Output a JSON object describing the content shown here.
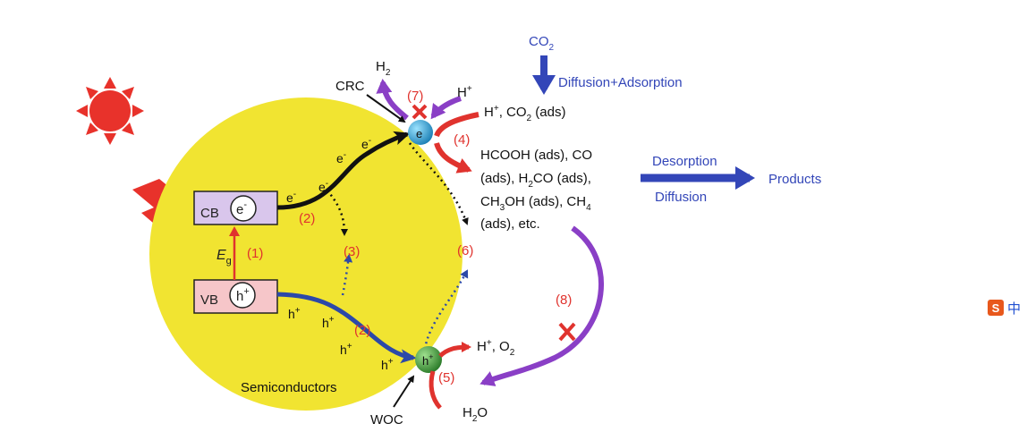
{
  "labels": {
    "cb": "CB",
    "vb": "VB",
    "e_symbol": "e",
    "minus": "-",
    "h_symbol": "h",
    "plus": "+",
    "eg_italic": "E",
    "eg_sub": "g",
    "semiconductors": "Semiconductors",
    "crc": "CRC",
    "woc": "WOC",
    "h2": "H",
    "two": "2",
    "hplus_top": "H",
    "co2_top_main": "CO",
    "co2_top_sub": "2",
    "diffusion_adsorption": "Diffusion+Adsorption",
    "hco2_part1": "H",
    "hco2_part2": ", CO",
    "hco2_part3": " (ads)",
    "products_line1": "HCOOH (ads), CO",
    "products_line2a": "(ads), H",
    "products_line2b": "CO (ads),",
    "products_line3a": "CH",
    "products_line3b": "OH (ads), CH",
    "products_line3c": "4",
    "products_line3d": "3",
    "products_line4": "(ads), etc.",
    "desorption": "Desorption",
    "diffusion": "Diffusion",
    "products": "Products",
    "hplus_o2_a": "H",
    "hplus_o2_b": ", O",
    "h2o_a": "H",
    "h2o_b": "O",
    "steps": {
      "s1": "(1)",
      "s2_top": "(2)",
      "s2_bottom": "(2)",
      "s3": "(3)",
      "s4": "(4)",
      "s5": "(5)",
      "s6": "(6)",
      "s7": "(7)",
      "s8": "(8)"
    },
    "ime_logo": "S",
    "ime_lang": "中"
  },
  "colors": {
    "sun": "#e8322b",
    "particle": "#f1e431",
    "cb_fill": "#d9c6ec",
    "vb_fill": "#f6c6c9",
    "electron_path": "#111111",
    "hole_path": "#2c49a8",
    "step_red": "#e0332e",
    "process_blue": "#3346b8",
    "purple": "#8a3fc6",
    "cocatalyst_e": "#2aa3d6",
    "cocatalyst_h": "#3c9a3a"
  }
}
